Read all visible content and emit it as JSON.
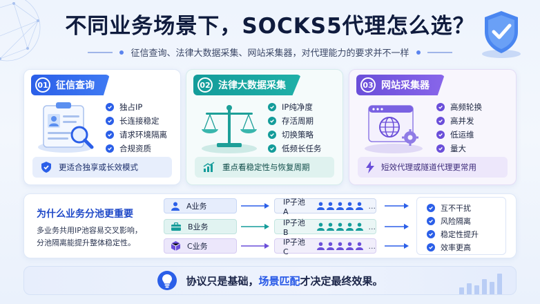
{
  "header": {
    "title_main": "不同业务场景下，",
    "title_highlight": "SOCKS5代理",
    "title_end": "怎么选？",
    "subtitle": "征信查询、法律大数据采集、网站采集器，对代理能力的要求并不一样"
  },
  "cards": [
    {
      "num": "01",
      "title": "征信查询",
      "features": [
        "独占IP",
        "长连接稳定",
        "请求环境隔离",
        "合规资质"
      ],
      "footer": "更适合独享或长效模式",
      "icon": "id-card-magnifier-icon",
      "footer_icon": "shield-check-icon"
    },
    {
      "num": "02",
      "title": "法律大数据采集",
      "features": [
        "IP纯净度",
        "存活周期",
        "切换策略",
        "低频长任务"
      ],
      "footer": "重点看稳定性与恢复周期",
      "icon": "balance-scale-icon",
      "footer_icon": "bar-chart-icon"
    },
    {
      "num": "03",
      "title": "网站采集器",
      "features": [
        "高频轮换",
        "高并发",
        "低运维",
        "量大"
      ],
      "footer": "短效代理或隧道代理更常用",
      "icon": "browser-globe-gear-icon",
      "footer_icon": "lightning-icon"
    }
  ],
  "pool": {
    "title": "为什么业务分池更重要",
    "desc_line1": "多业务共用IP池容易交叉影响，",
    "desc_line2": "分池隔离能提升整体稳定性。",
    "businesses": [
      {
        "label": "A业务",
        "pool": "IP子池 A",
        "icon": "person-icon"
      },
      {
        "label": "B业务",
        "pool": "IP子池 B",
        "icon": "briefcase-icon"
      },
      {
        "label": "C业务",
        "pool": "IP子池 C",
        "icon": "cube-icon"
      }
    ],
    "more": "...",
    "results": [
      "互不干扰",
      "风险隔离",
      "稳定性提升",
      "效率更高"
    ]
  },
  "banner": {
    "text_start": "协议只是基础，",
    "text_highlight": "场景匹配",
    "text_end": "才决定最终效果。",
    "icon": "lightbulb-icon"
  },
  "colors": {
    "blue": "#2b5fe8",
    "teal": "#149c9a",
    "purple": "#6a4ed9",
    "title_dark": "#0f1b3d"
  }
}
